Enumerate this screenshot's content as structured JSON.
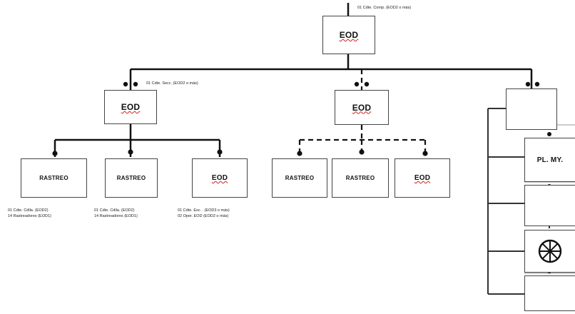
{
  "top_box": {
    "label": "EOD",
    "note": "01 Cdte. Comp. (EOD2 o más)"
  },
  "left_branch": {
    "box": {
      "label": "EOD",
      "note": "01 Cdte. Secc. (EOD2 o más)"
    },
    "children": [
      {
        "label": "RASTREO",
        "notes": [
          "01 Cdte. Cdlla. (EOD2)",
          "14 Rastreadores (EOD1)"
        ]
      },
      {
        "label": "RASTREO",
        "notes": [
          "01 Cdte. Cdlla. (EOD2)",
          "14 Rastreadores (EOD1)"
        ]
      },
      {
        "label": "EOD",
        "notes": [
          "01 Cdte. Esc. . (EOD3 o más)",
          "02 Oper. EOD (EOD2 o más)"
        ]
      }
    ]
  },
  "middle_branch": {
    "box": {
      "label": "EOD"
    },
    "children": [
      {
        "label": "RASTREO"
      },
      {
        "label": "RASTREO"
      },
      {
        "label": "EOD"
      }
    ]
  },
  "right_branch": {
    "units": [
      {
        "label": ""
      },
      {
        "label": "PL. MY."
      },
      {
        "label": ""
      },
      {
        "label": "",
        "icon": "wheel-icon"
      },
      {
        "label": ""
      }
    ]
  },
  "colors": {
    "line": "#111111",
    "box_border": "#444444",
    "spellcheck": "#d02020"
  }
}
